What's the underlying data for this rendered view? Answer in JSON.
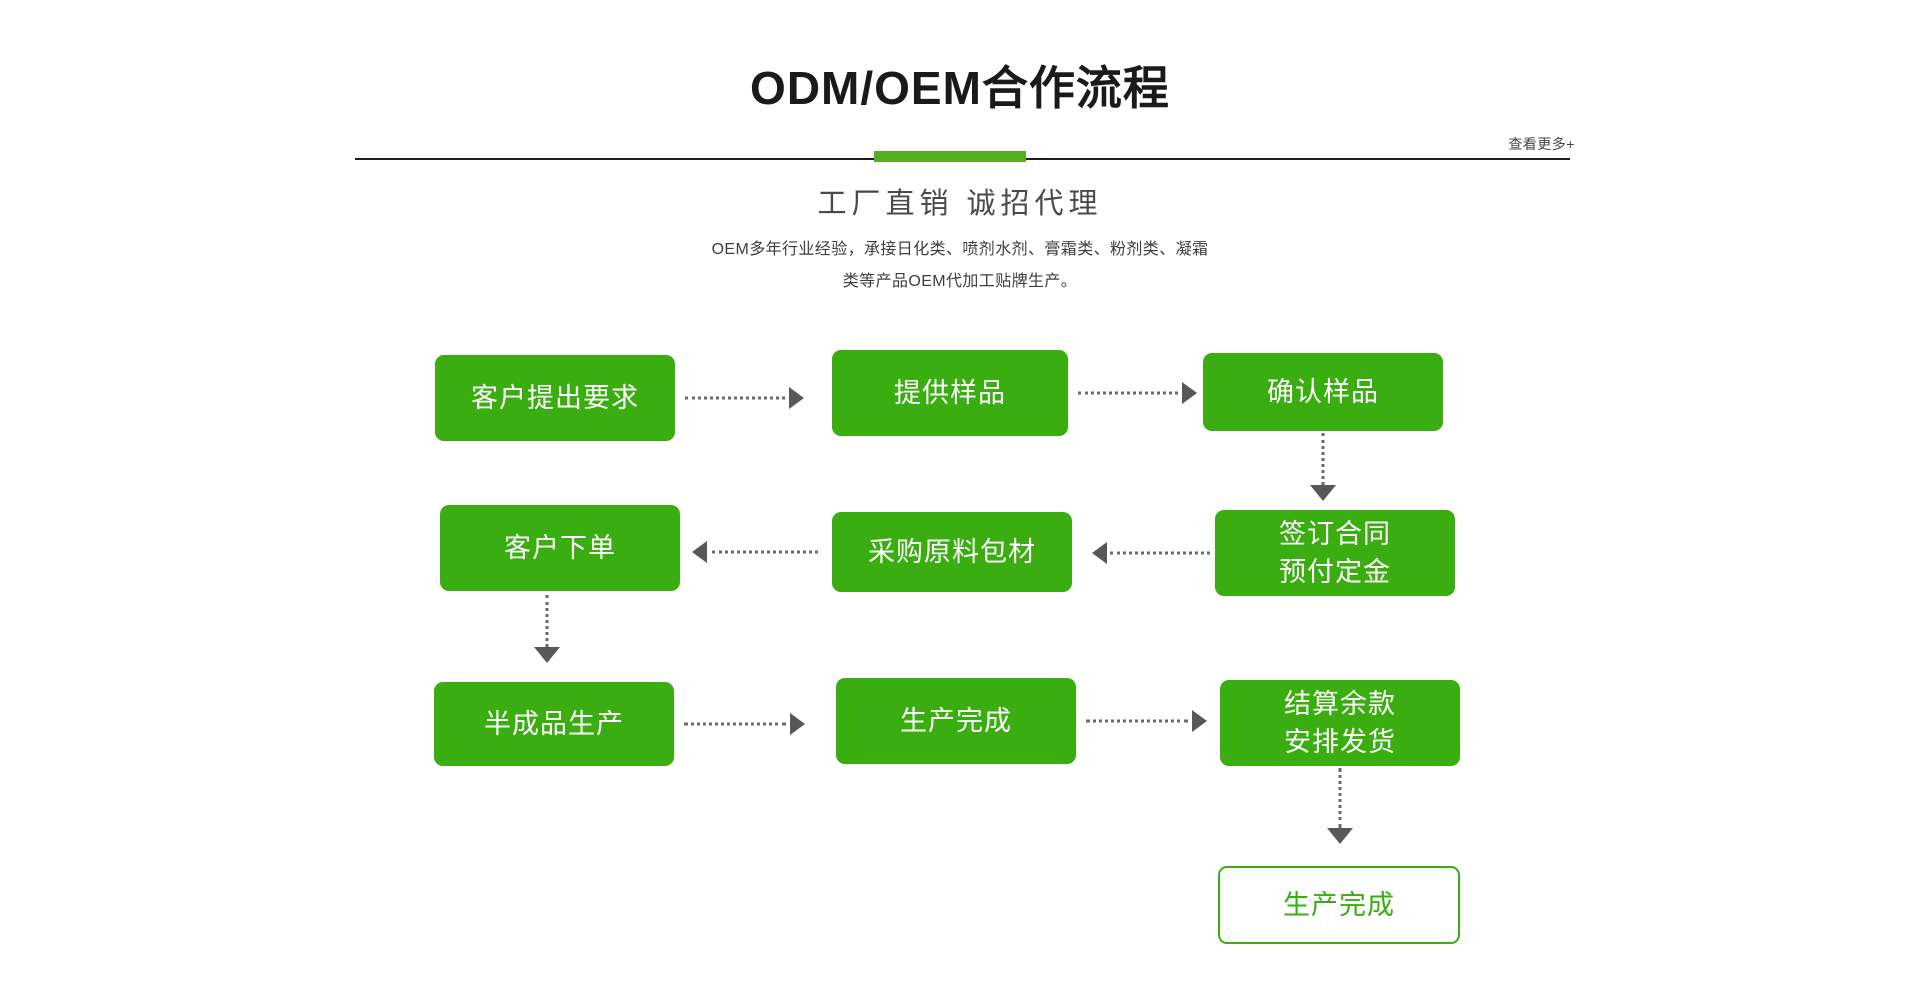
{
  "header": {
    "title": "ODM/OEM合作流程",
    "more_label": "查看更多+",
    "accent_color": "#55ad1f",
    "rule_color": "#1d1d1d"
  },
  "intro": {
    "heading": "工厂直销 诚招代理",
    "description_line1": "OEM多年行业经验，承接日化类、喷剂水剂、膏霜类、粉剂类、凝霜",
    "description_line2": "类等产品OEM代加工贴牌生产。"
  },
  "flow": {
    "node_color": "#3aad10",
    "arrow_color": "#585858",
    "nodes": [
      {
        "id": "n1",
        "label": "客户提出要求",
        "style": "filled"
      },
      {
        "id": "n2",
        "label": "提供样品",
        "style": "filled"
      },
      {
        "id": "n3",
        "label": "确认样品",
        "style": "filled"
      },
      {
        "id": "n4",
        "label": "签订合同\n预付定金",
        "style": "filled"
      },
      {
        "id": "n5",
        "label": "采购原料包材",
        "style": "filled"
      },
      {
        "id": "n6",
        "label": "客户下单",
        "style": "filled"
      },
      {
        "id": "n7",
        "label": "半成品生产",
        "style": "filled"
      },
      {
        "id": "n8",
        "label": "生产完成",
        "style": "filled"
      },
      {
        "id": "n9",
        "label": "结算余款\n安排发货",
        "style": "filled"
      },
      {
        "id": "n10",
        "label": "生产完成",
        "style": "outline"
      }
    ],
    "edges": [
      {
        "from": "n1",
        "to": "n2",
        "direction": "right"
      },
      {
        "from": "n2",
        "to": "n3",
        "direction": "right"
      },
      {
        "from": "n3",
        "to": "n4",
        "direction": "down"
      },
      {
        "from": "n4",
        "to": "n5",
        "direction": "left"
      },
      {
        "from": "n5",
        "to": "n6",
        "direction": "left"
      },
      {
        "from": "n6",
        "to": "n7",
        "direction": "down"
      },
      {
        "from": "n7",
        "to": "n8",
        "direction": "right"
      },
      {
        "from": "n8",
        "to": "n9",
        "direction": "right"
      },
      {
        "from": "n9",
        "to": "n10",
        "direction": "down"
      }
    ]
  }
}
